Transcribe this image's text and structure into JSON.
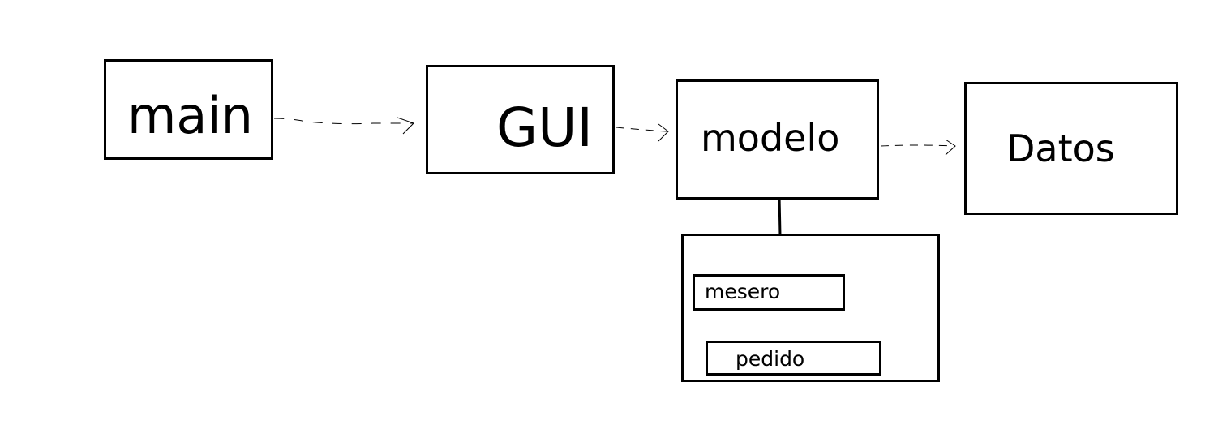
{
  "nodes": {
    "main": "main",
    "gui": "GUI",
    "modelo": "modelo",
    "datos": "Datos",
    "mesero": "mesero",
    "pedido": "pedido"
  }
}
